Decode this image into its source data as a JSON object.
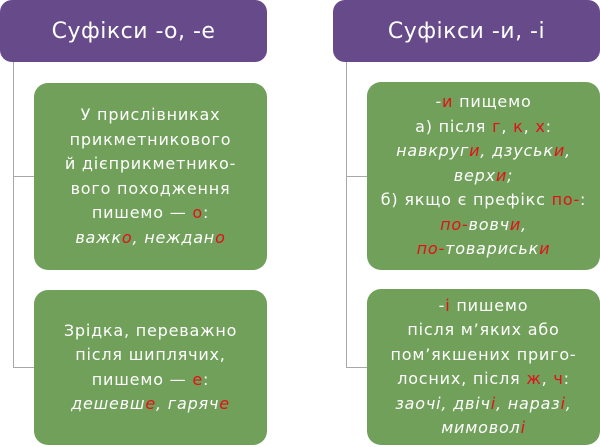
{
  "colors": {
    "header_bg": "#664a8a",
    "card_bg": "#71a05b",
    "text": "#ffffff",
    "highlight": "#e3101a",
    "connector": "#a8a8a8"
  },
  "left": {
    "title": "Суфікси -о, -е",
    "cards": [
      {
        "lines": [
          [
            {
              "t": "У прислівниках"
            }
          ],
          [
            {
              "t": "прикметникового"
            }
          ],
          [
            {
              "t": "й дієприкметнико-"
            }
          ],
          [
            {
              "t": "вого походження"
            }
          ],
          [
            {
              "t": "пишемо — "
            },
            {
              "t": "о",
              "hl": true
            },
            {
              "t": ":"
            }
          ],
          [
            {
              "t": "важк",
              "it": true
            },
            {
              "t": "о",
              "it": true,
              "hl": true
            },
            {
              "t": ", неждан",
              "it": true
            },
            {
              "t": "о",
              "it": true,
              "hl": true
            }
          ]
        ]
      },
      {
        "lines": [
          [
            {
              "t": "Зрідка, переважно"
            }
          ],
          [
            {
              "t": "після шиплячих,"
            }
          ],
          [
            {
              "t": "пишемо — "
            },
            {
              "t": "е",
              "hl": true
            },
            {
              "t": ":"
            }
          ],
          [
            {
              "t": "дешевш",
              "it": true
            },
            {
              "t": "е",
              "it": true,
              "hl": true
            },
            {
              "t": ", гаряч",
              "it": true
            },
            {
              "t": "е",
              "it": true,
              "hl": true
            }
          ]
        ]
      }
    ]
  },
  "right": {
    "title": "Суфікси -и, -і",
    "cards": [
      {
        "lines": [
          [
            {
              "t": "-"
            },
            {
              "t": "и",
              "hl": true
            },
            {
              "t": " пищемо"
            }
          ],
          [
            {
              "t": "а) після "
            },
            {
              "t": "г",
              "hl": true
            },
            {
              "t": ", "
            },
            {
              "t": "к",
              "hl": true
            },
            {
              "t": ", "
            },
            {
              "t": "х",
              "hl": true
            },
            {
              "t": ":"
            }
          ],
          [
            {
              "t": "навкруг",
              "it": true
            },
            {
              "t": "и",
              "it": true,
              "hl": true
            },
            {
              "t": ", дзуськ",
              "it": true
            },
            {
              "t": "и",
              "it": true,
              "hl": true
            },
            {
              "t": ",",
              "it": true
            }
          ],
          [
            {
              "t": "верх",
              "it": true
            },
            {
              "t": "и",
              "it": true,
              "hl": true
            },
            {
              "t": ";",
              "it": true
            }
          ],
          [
            {
              "t": "б) якщо є префікс "
            },
            {
              "t": "по-",
              "hl": true
            },
            {
              "t": ":"
            }
          ],
          [
            {
              "t": "по-",
              "it": true,
              "hl": true
            },
            {
              "t": "вовч",
              "it": true
            },
            {
              "t": "и",
              "it": true,
              "hl": true
            },
            {
              "t": ",",
              "it": true
            }
          ],
          [
            {
              "t": "по-",
              "it": true,
              "hl": true
            },
            {
              "t": "товариськ",
              "it": true
            },
            {
              "t": "и",
              "it": true,
              "hl": true
            }
          ]
        ]
      },
      {
        "lines": [
          [
            {
              "t": "-"
            },
            {
              "t": "і",
              "hl": true
            },
            {
              "t": " пишемо"
            }
          ],
          [
            {
              "t": "після м’яких або"
            }
          ],
          [
            {
              "t": "пом’якшених приго-"
            }
          ],
          [
            {
              "t": "лосних, після "
            },
            {
              "t": "ж",
              "hl": true
            },
            {
              "t": ", "
            },
            {
              "t": "ч",
              "hl": true
            },
            {
              "t": ":"
            }
          ],
          [
            {
              "t": "заочі, двіч",
              "it": true
            },
            {
              "t": "і",
              "it": true,
              "hl": true
            },
            {
              "t": ", нараз",
              "it": true
            },
            {
              "t": "і",
              "it": true,
              "hl": true
            },
            {
              "t": ",",
              "it": true
            }
          ],
          [
            {
              "t": "мимовол",
              "it": true
            },
            {
              "t": "і",
              "it": true,
              "hl": true
            }
          ]
        ]
      }
    ]
  }
}
